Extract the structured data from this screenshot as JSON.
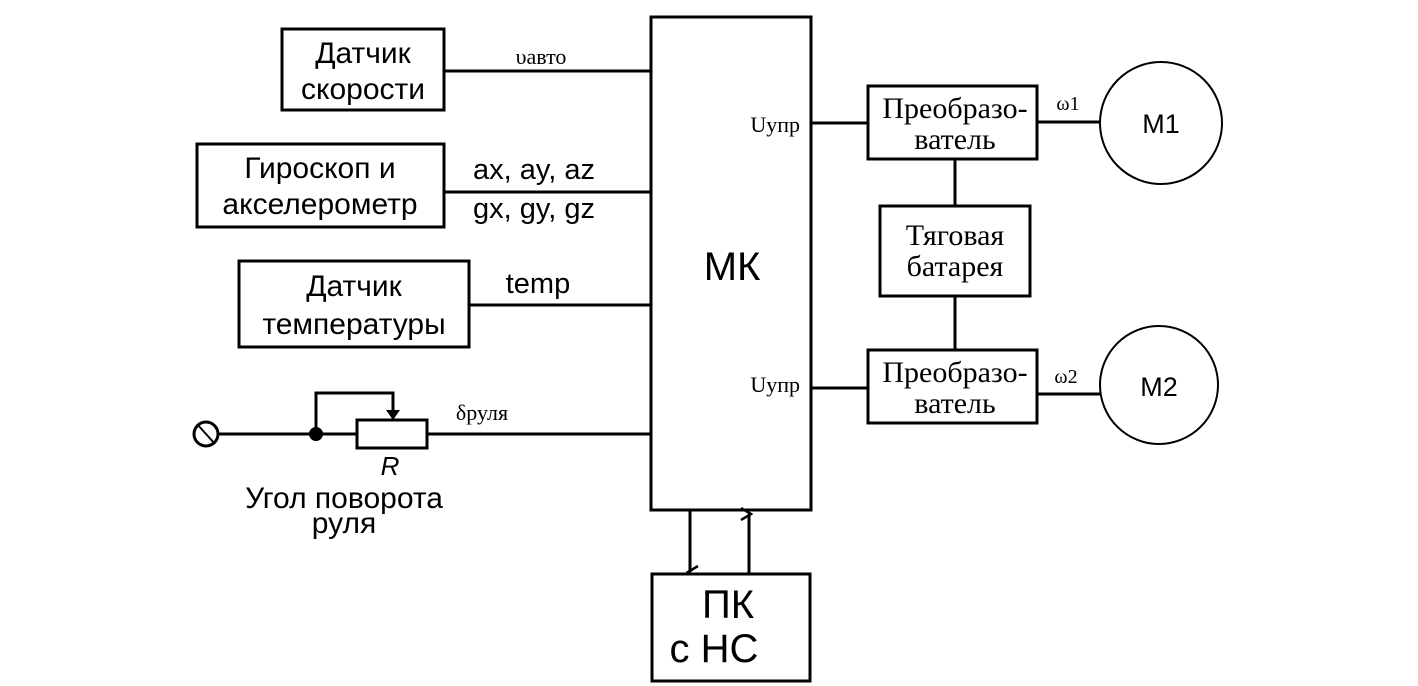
{
  "diagram": {
    "mk": {
      "label": "МК"
    },
    "pc": {
      "line1": "ПК",
      "line2": "с НС"
    },
    "speed_sensor": {
      "line1": "Датчик",
      "line2": "скорости",
      "signal": "υавто"
    },
    "gyro": {
      "line1": "Гироскоп и",
      "line2": "акселерометр",
      "signal_top": "ax, ay, az",
      "signal_bottom": "gx, gy, gz"
    },
    "temp_sensor": {
      "line1": "Датчик",
      "line2": "температуры",
      "signal": "temp"
    },
    "steering": {
      "signal": "δруля",
      "resistor": "R",
      "caption_line1": "Угол поворота",
      "caption_line2": "руля"
    },
    "converter1": {
      "line1": "Преобразо-",
      "line2": "ватель",
      "input": "Uупр",
      "output": "ω1"
    },
    "converter2": {
      "line1": "Преобразо-",
      "line2": "ватель",
      "input": "Uупр",
      "output": "ω2"
    },
    "battery": {
      "line1": "Тяговая",
      "line2": "батарея"
    },
    "motor1": {
      "label": "M1"
    },
    "motor2": {
      "label": "M2"
    }
  }
}
